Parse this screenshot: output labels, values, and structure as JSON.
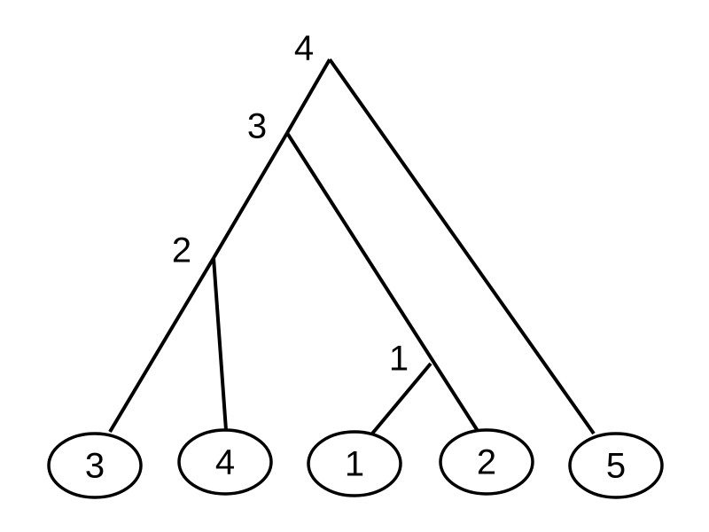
{
  "dendrogram": {
    "internal_nodes": [
      {
        "id": "n4",
        "label": "4"
      },
      {
        "id": "n3",
        "label": "3"
      },
      {
        "id": "n2",
        "label": "2"
      },
      {
        "id": "n1",
        "label": "1"
      }
    ],
    "leaves": [
      {
        "id": "l3",
        "label": "3"
      },
      {
        "id": "l4",
        "label": "4"
      },
      {
        "id": "l1",
        "label": "1"
      },
      {
        "id": "l2",
        "label": "2"
      },
      {
        "id": "l5",
        "label": "5"
      }
    ],
    "edges": [
      {
        "from": "n4",
        "to": "n3"
      },
      {
        "from": "n4",
        "to": "l5"
      },
      {
        "from": "n3",
        "to": "n2"
      },
      {
        "from": "n3",
        "to": "l2"
      },
      {
        "from": "n2",
        "to": "l3"
      },
      {
        "from": "n2",
        "to": "l4"
      },
      {
        "from": "n1",
        "to": "l1"
      }
    ]
  }
}
